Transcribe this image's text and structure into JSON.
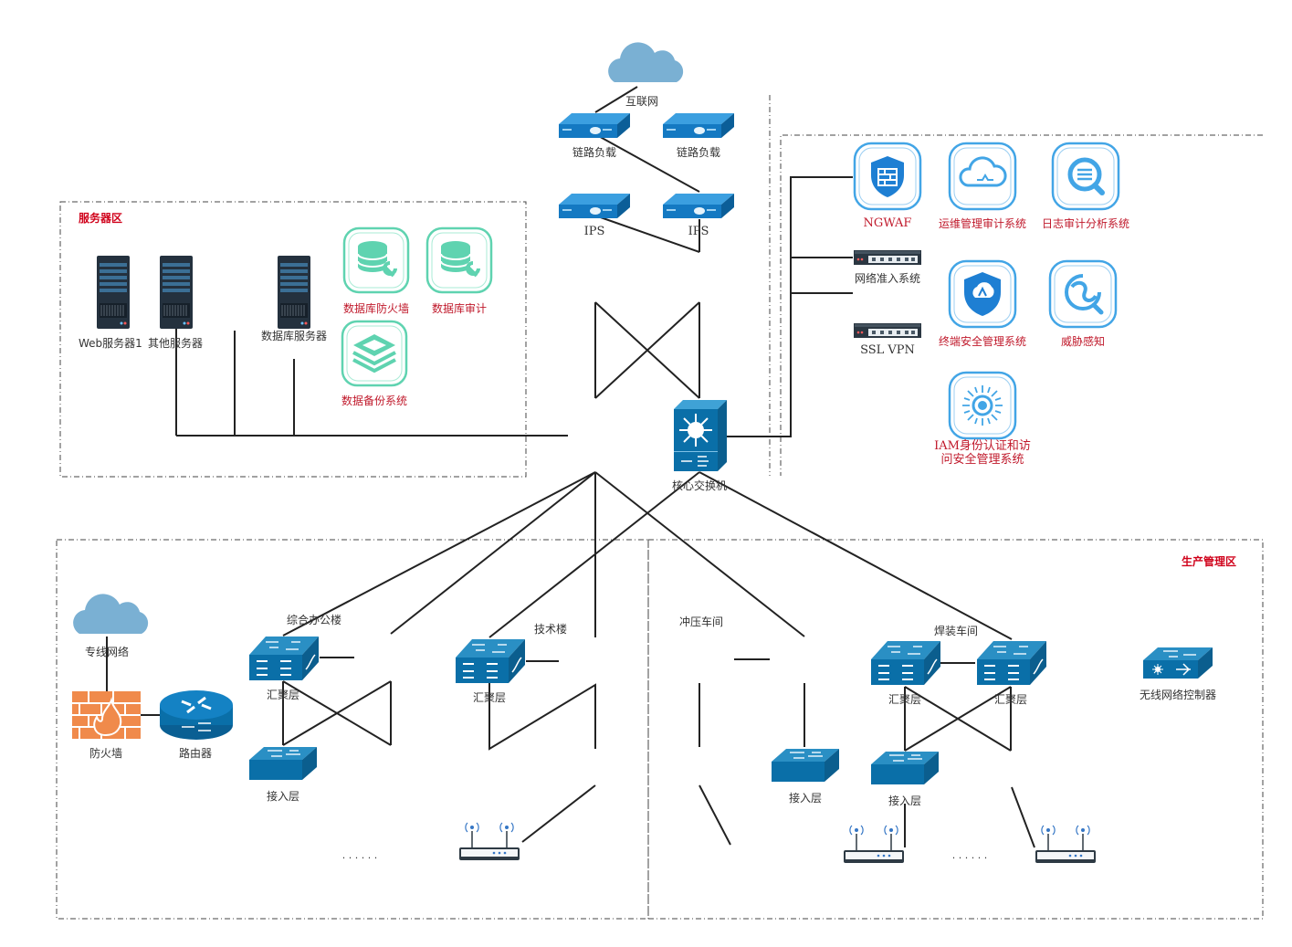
{
  "zones": {
    "server": "服务器区",
    "production": "生产管理区"
  },
  "top": {
    "internet": "互联网",
    "link_lb_1": "链路负载",
    "link_lb_2": "链路负载",
    "ips_1": "IPS",
    "ips_2": "IPS",
    "core_switch": "核心交换机"
  },
  "servers": {
    "web": "Web服务器1",
    "other": "其他服务器",
    "db": "数据库服务器",
    "db_firewall": "数据库防火墙",
    "db_audit": "数据库审计",
    "db_backup": "数据备份系统"
  },
  "security": {
    "ngwaf": "NGWAF",
    "ops_audit": "运维管理审计系统",
    "log_audit": "日志审计分析系统",
    "nac": "网络准入系统",
    "ssl_vpn": "SSL VPN",
    "endpoint": "终端安全管理系统",
    "threat": "威胁感知",
    "iam": "IAM身份认证和访问安全管理系统"
  },
  "office": {
    "dedicated": "专线网络",
    "firewall": "防火墙",
    "router": "路由器",
    "office_bldg": "综合办公楼",
    "tech_bldg": "技术楼",
    "agg_1": "汇聚层",
    "agg_2": "汇聚层",
    "access_1": "接入层",
    "ellipsis": "· · · · · ·"
  },
  "production": {
    "stamping": "冲压车间",
    "welding": "焊装车间",
    "agg_1": "汇聚层",
    "agg_2": "汇聚层",
    "access_1": "接入层",
    "access_2": "接入层",
    "wlc": "无线网络控制器",
    "ellipsis": "· · · · · ·"
  },
  "colors": {
    "device_blue": "#0a6fa8",
    "lb_blue": "#1479c2",
    "cloud": "#7ab0d3",
    "firewall_orange": "#f08a4b",
    "mint": "#5fd3b0",
    "sky": "#42a5e6",
    "red_label": "#c0192b",
    "zone_title": "#d0021b"
  }
}
